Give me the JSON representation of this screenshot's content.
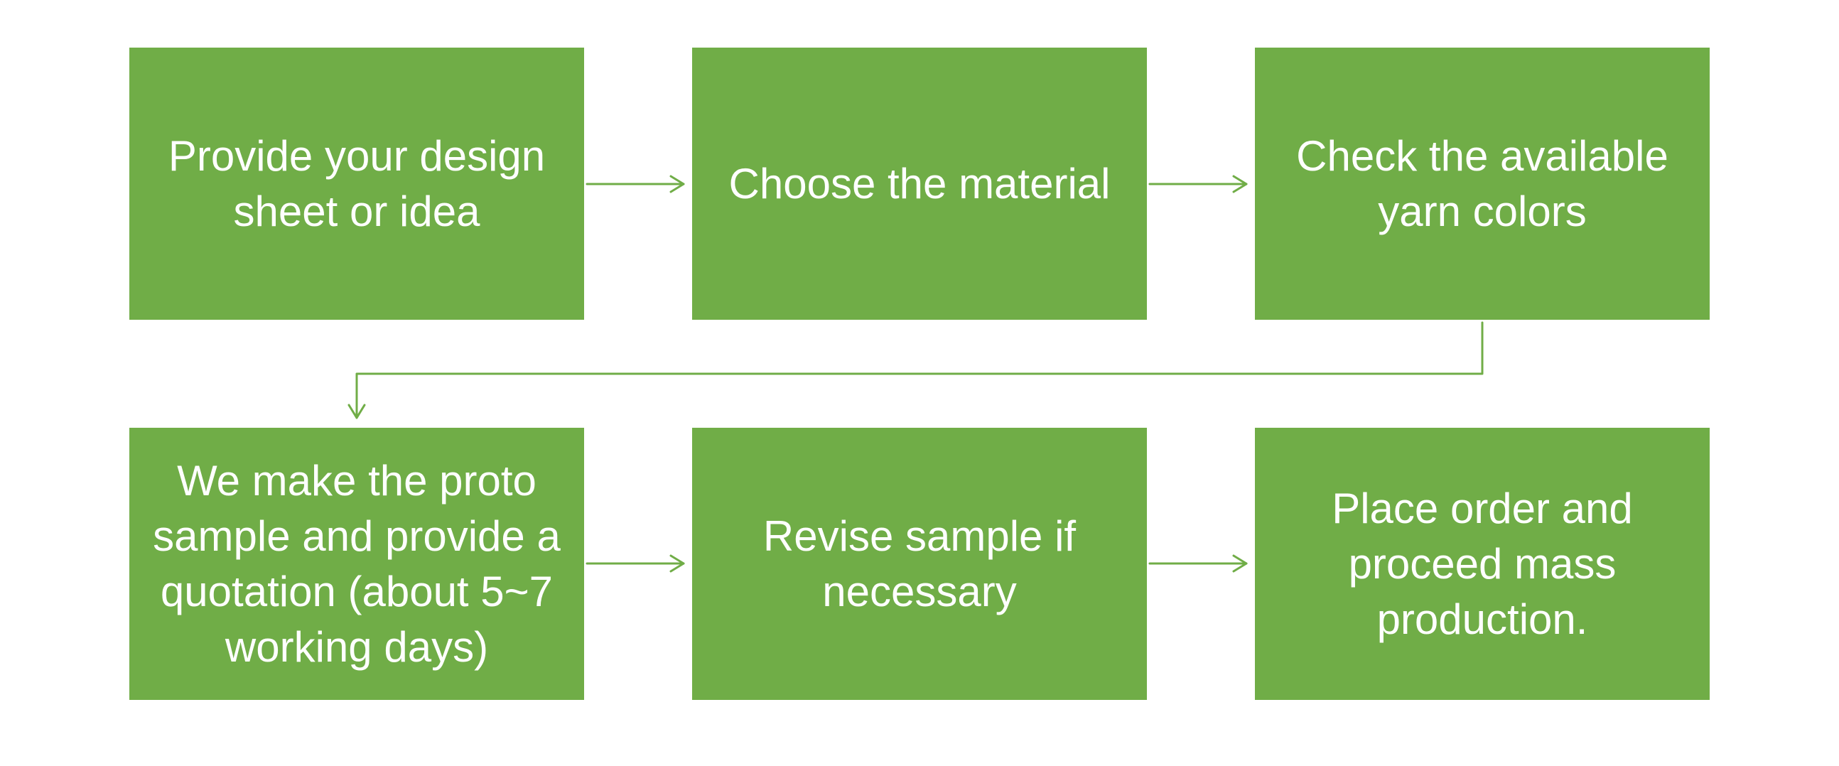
{
  "steps": [
    {
      "label": "Provide your design sheet or idea"
    },
    {
      "label": "Choose the material"
    },
    {
      "label": "Check the available yarn colors"
    },
    {
      "label": "We make the proto sample and provide a quotation (about 5~7 working days)"
    },
    {
      "label": "Revise sample if necessary"
    },
    {
      "label": "Place order and proceed mass production."
    }
  ],
  "colors": {
    "box_fill": "#70ad47",
    "connector": "#70ad47",
    "text": "#ffffff"
  }
}
